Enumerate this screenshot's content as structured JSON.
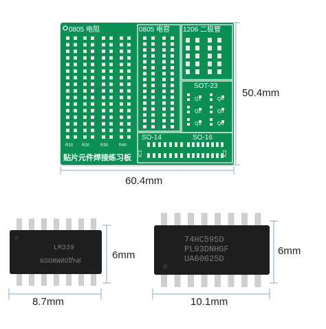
{
  "board": {
    "label_0805_resistor": "0805 电阻",
    "label_0805_capacitor": "0805 电容",
    "label_1206_diode": "1206 二极管",
    "label_sot23": "SOT-23",
    "label_so14": "SO-14",
    "label_so16": "SO-16",
    "label_ic1": "IC1",
    "label_ic2": "IC2",
    "title": "贴片元件焊接练习板",
    "q_labels": [
      "Q1",
      "Q2",
      "Q3",
      "Q4",
      "Q5",
      "Q6"
    ],
    "r_labels": [
      "R10",
      "R20",
      "R30",
      "R40"
    ]
  },
  "dimensions": {
    "board_height": "50.4mm",
    "board_width": "60.4mm",
    "so14_height": "6mm",
    "so14_width": "8.7mm",
    "so16_height": "6mm",
    "so16_width": "10.1mm"
  },
  "chips": {
    "so14_marking": [
      "LM339",
      "ЯЧДОИМИООЯ"
    ],
    "so16_marking": [
      "74HC595D",
      "PL93DNHGF",
      "UA60625D"
    ]
  },
  "colors": {
    "pcb_green": "#0c8f55",
    "pad_silver": "#e9e9e9",
    "chip_black": "#1e1e1e",
    "dimension_line": "#8aa9c7"
  }
}
